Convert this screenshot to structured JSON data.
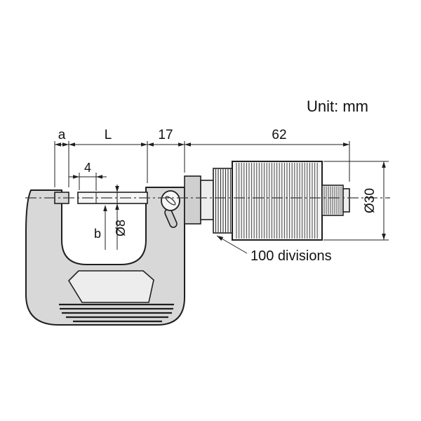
{
  "unit_label": "Unit: mm",
  "dims": {
    "a": "a",
    "l": "L",
    "d17": "17",
    "d62": "62",
    "d4": "4",
    "b": "b",
    "dia8": "Ø8",
    "dia30": "Ø30"
  },
  "callouts": {
    "divisions": "100 divisions"
  },
  "colors": {
    "outline": "#1f1f1f",
    "frame_fill": "#d8d8d8",
    "flange_fill": "#cfcfcf",
    "plate_fill": "#ededed",
    "metal_fill": "#f5f5f5",
    "background": "#ffffff"
  }
}
